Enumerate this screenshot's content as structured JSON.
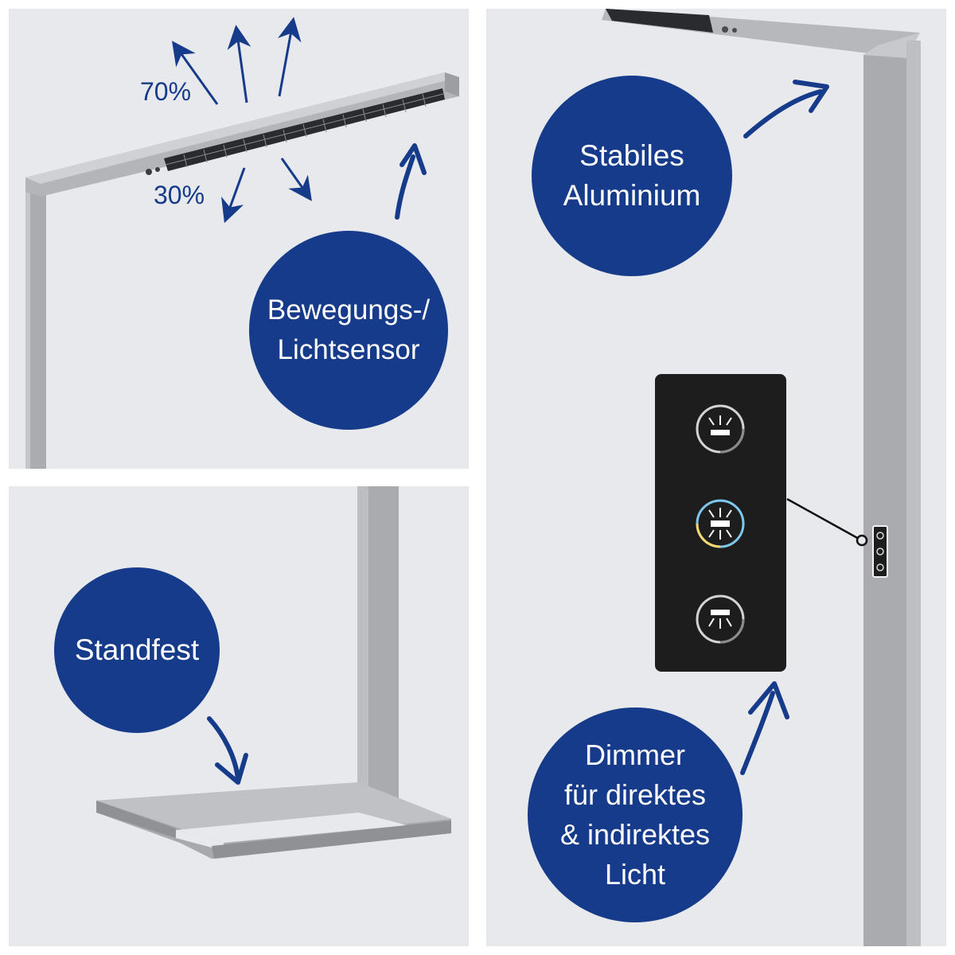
{
  "colors": {
    "panel_bg": "#e7e9ec",
    "badge_blue": "#163b8a",
    "metal": "#a9abae",
    "metal_light": "#c4c6c9",
    "control_panel": "#1d1d1d"
  },
  "panels": {
    "top_left": {
      "label": "Bewegungs-/\nLichtsensor",
      "percent_up": "70%",
      "percent_down": "30%"
    },
    "bottom_left": {
      "label": "Standfest"
    },
    "right": {
      "label_top": "Stabiles\nAluminium",
      "label_bottom": "Dimmer\nfür direktes\n& indirektes\nLicht",
      "control_icons": [
        "indirect-light-icon",
        "color-temperature-icon",
        "direct-light-icon"
      ]
    }
  }
}
